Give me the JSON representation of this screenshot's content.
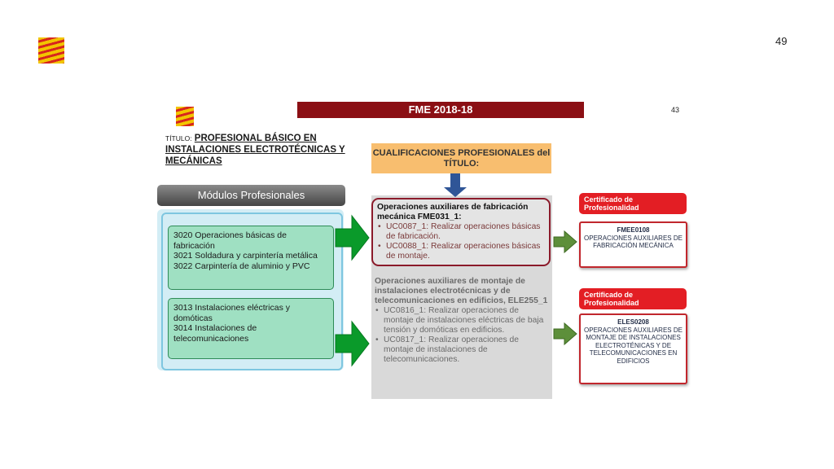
{
  "page_number": "49",
  "banner": {
    "title": "FME 2018-18",
    "side_number": "43"
  },
  "titulo": {
    "label": "TÍTULO:",
    "value": "PROFESIONAL BÁSICO EN INSTALACIONES ELECTROTÉCNICAS Y MECÁNICAS"
  },
  "cualificaciones_header": "CUALIFICACIONES PROFESIONALES del TÍTULO:",
  "modulos_header": "Módulos Profesionales",
  "modulos_group1": [
    "3020 Operaciones básicas de fabricación",
    "3021 Soldadura y carpintería metálica",
    "3022 Carpintería de aluminio y PVC"
  ],
  "modulos_group2": [
    "3013    Instalaciones eléctricas y domóticas",
    "3014    Instalaciones de telecomunicaciones"
  ],
  "qualification1": {
    "title": "Operaciones auxiliares de fabricación mecánica FME031_1:",
    "units": [
      "UC0087_1: Realizar operaciones básicas de fabricación.",
      "UC0088_1: Realizar operaciones básicas de montaje."
    ]
  },
  "qualification2": {
    "title": "Operaciones auxiliares de montaje de instalaciones electrotécnicas y de telecomunicaciones en edificios, ELE255_1",
    "units": [
      "UC0816_1: Realizar operaciones de montaje de instalaciones eléctricas de baja tensión y domóticas en edificios.",
      "UC0817_1: Realizar operaciones de montaje de instalaciones de telecomunicaciones."
    ]
  },
  "certificate1": {
    "label": "Certificado de Profesionalidad",
    "code": "FMEE0108",
    "name": "OPERACIONES AUXILIARES DE FABRICACIÓN MECÁNICA"
  },
  "certificate2": {
    "label": "Certificado de Profesionalidad",
    "code": "ELES0208",
    "name": "OPERACIONES AUXILIARES DE MONTAJE DE INSTALACIONES ELECTROTÉNICAS Y DE TELECOMUNICACIONES EN EDIFICIOS"
  },
  "colors": {
    "banner": "#8b0f14",
    "cualificaciones": "#f8be6f",
    "module_box": "#9fe0c2",
    "arrow_green": "#0a9a2a",
    "certificate_red": "#e31e24"
  },
  "icons": [
    "aragon-flag-icon",
    "aragon-flag-icon",
    "arrow-right-icon",
    "arrow-down-icon"
  ]
}
